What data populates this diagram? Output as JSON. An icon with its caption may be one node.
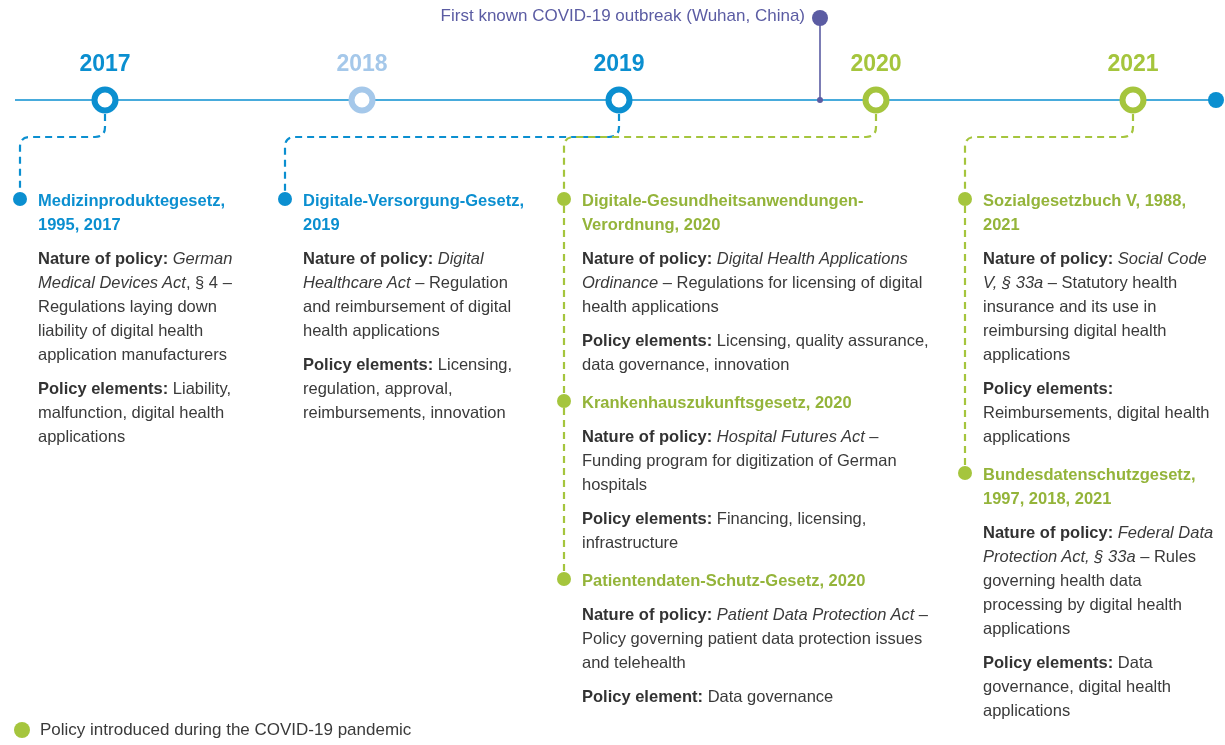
{
  "diagram": {
    "nodes": [
      {
        "text": [
          "2017"
        ]
      },
      {
        "text": [
          "2018"
        ]
      },
      {
        "text": [
          "2019"
        ]
      },
      {
        "text": [
          "2020"
        ]
      },
      {
        "text": [
          "2021"
        ]
      },
      {
        "text": [
          "Medizinproduktegesetz, 1995, 2017",
          "**Nature of policy:** *German Medical Devices Act*, § 4 – Regulations laying down liability of digital health application manufacturers",
          "**Policy elements:** Liability, malfunction, digital health applications"
        ]
      },
      {
        "text": [
          "Digitale-Versorgung-Gesetz, 2019",
          "**Nature of policy:** *Digital Healthcare Act* – Regulation and reimbursement of digital health applications",
          "**Policy elements:** Licensing, regulation, approval, reimbursements, innovation"
        ]
      },
      {
        "text": [
          "Digitale-Gesundheitsanwendungen-Verordnung, 2020",
          "**Nature of policy:** *Digital Health Applications Ordinance* – Regulations for licensing of digital health applications",
          "**Policy elements:** Licensing, quality assurance, data governance, innovation"
        ]
      },
      {
        "text": [
          "Krankenhauszukunftsgesetz, 2020",
          "**Nature of policy:** *Hospital Futures Act* – Funding program for digitization of German hospitals",
          "**Policy elements:** Financing, licensing, infrastructure"
        ]
      },
      {
        "text": [
          "Patientendaten-Schutz-Gesetz, 2020",
          "**Nature of policy:** *Patient Data Protection Act* – Policy governing patient data protection issues and telehealth",
          "**Policy element:** Data governance"
        ]
      },
      {
        "text": [
          "Sozialgesetzbuch V, 1988, 2021",
          "**Nature of policy:** *Social Code V, § 33a* – Statutory health insurance and its use in reimbursing digital health applications",
          "**Policy elements:** Reimbursements, digital health applications"
        ]
      },
      {
        "text": [
          "Bundesdatenschutzgesetz, 1997, 2018, 2021",
          "**Nature of policy:** *Federal Data Protection Act, § 33a* – Rules governing health data processing by digital health applications",
          "**Policy elements:** Data governance, digital health applications"
        ]
      }
    ],
    "edges": [
      {
        "from": 0,
        "to": 5,
        "arrow": "none",
        "style": "dashed",
        "color": "#0b8fd0"
      },
      {
        "from": 2,
        "to": 6,
        "arrow": "none",
        "style": "dashed",
        "color": "#0b8fd0"
      },
      {
        "from": 3,
        "to": 7,
        "arrow": "none",
        "style": "dashed"
      },
      {
        "from": 7,
        "to": 8,
        "arrow": "none",
        "style": "dashed"
      },
      {
        "from": 8,
        "to": 9,
        "arrow": "none",
        "style": "dashed"
      },
      {
        "from": 4,
        "to": 10,
        "arrow": "none",
        "style": "dashed"
      },
      {
        "from": 10,
        "to": 11,
        "arrow": "none",
        "style": "dashed"
      }
    ],
    "labels": [
      "First known COVID-19 outbreak (Wuhan, China)"
    ],
    "legend": [
      {
        "text": "Policy introduced during the COVID-19 pandemic",
        "color": "#a5c53d"
      }
    ]
  }
}
